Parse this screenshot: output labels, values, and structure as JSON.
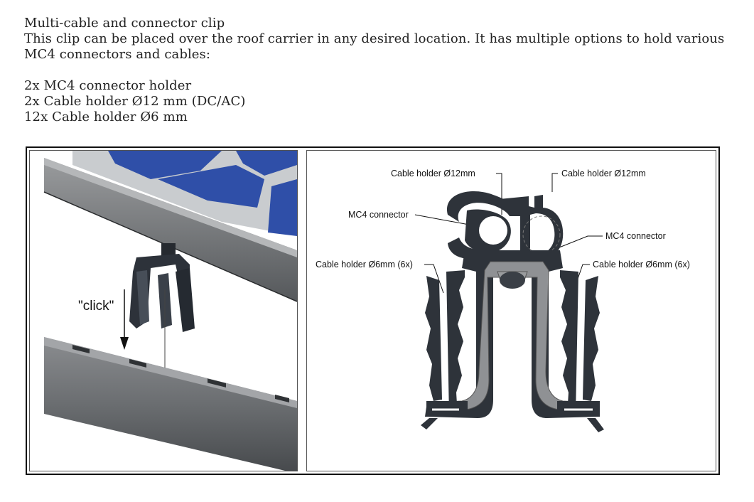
{
  "heading": "Multi-cable and connector clip",
  "description": "This clip can be placed over the roof carrier in any desired location. It has multiple options to hold various MC4 connectors and cables:",
  "features": [
    "2x MC4 connector holder",
    "2x Cable holder Ø12 mm (DC/AC)",
    "12x Cable holder Ø6 mm"
  ],
  "left_figure": {
    "click_label": "\"click\""
  },
  "right_figure": {
    "labels": {
      "cable_holder_12_left": "Cable holder Ø12mm",
      "cable_holder_12_right": "Cable holder Ø12mm",
      "mc4_left": "MC4 connector",
      "mc4_right": "MC4 connector",
      "cable_holder_6_left": "Cable holder Ø6mm (6x)",
      "cable_holder_6_right": "Cable holder Ø6mm (6x)"
    }
  },
  "colors": {
    "panel_blue": "#2f4fa8",
    "clip_dark": "#2e333a",
    "rail_gray": "#606366",
    "frame_gray": "#8a8c8e"
  }
}
